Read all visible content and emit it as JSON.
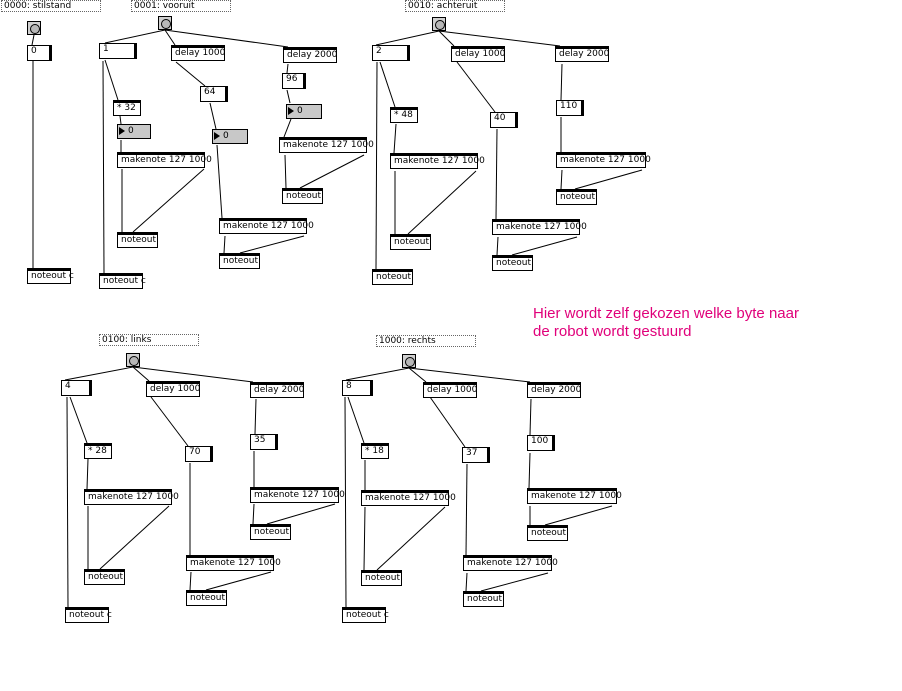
{
  "comments": {
    "c0000": "0000: stilstand",
    "c0001": "0001: vooruit",
    "c0010": "0010: achteruit",
    "c0100": "0100: links",
    "c1000": "1000: rechts"
  },
  "note": {
    "line1": "Hier wordt zelf gekozen welke byte naar",
    "line2": "de robot wordt gestuurd"
  },
  "colors": {
    "note": "#e0007a",
    "numbox": "#c8c8c8"
  },
  "objects": {
    "g0_msg": "0",
    "g0_out": "noteout c",
    "g1_msg": "1",
    "g1_d1": "delay 1000",
    "g1_d2": "delay 2000",
    "g1_mul": "* 32",
    "g1_n1": "0",
    "g1_mk1": "makenote 127 1000",
    "g1_out1": "noteout",
    "g1_outc": "noteout c",
    "g1_m64": "64",
    "g1_n2": "0",
    "g1_mk2": "makenote 127 1000",
    "g1_out2": "noteout",
    "g1_m96": "96",
    "g1_n3": "0",
    "g1_mk3": "makenote 127 1000",
    "g1_out3": "noteout",
    "g2_msg": "2",
    "g2_d1": "delay 1000",
    "g2_d2": "delay 2000",
    "g2_mul": "* 48",
    "g2_mk1": "makenote 127 1000",
    "g2_out1": "noteout",
    "g2_outc": "noteout",
    "g2_m40": "40",
    "g2_mk2": "makenote 127 1000",
    "g2_out2": "noteout",
    "g2_m110": "110",
    "g2_mk3": "makenote 127 1000",
    "g2_out3": "noteout",
    "g3_msg": "4",
    "g3_d1": "delay 1000",
    "g3_d2": "delay 2000",
    "g3_mul": "* 28",
    "g3_mk1": "makenote 127 1000",
    "g3_out1": "noteout",
    "g3_outc": "noteout c",
    "g3_m70": "70",
    "g3_mk2": "makenote 127 1000",
    "g3_out2": "noteout",
    "g3_m35": "35",
    "g3_mk3": "makenote 127 1000",
    "g3_out3": "noteout",
    "g4_msg": "8",
    "g4_d1": "delay 1000",
    "g4_d2": "delay 2000",
    "g4_mul": "* 18",
    "g4_mk1": "makenote 127 1000",
    "g4_out1": "noteout",
    "g4_outc": "noteout c",
    "g4_m37": "37",
    "g4_mk2": "makenote 127 1000",
    "g4_out2": "noteout",
    "g4_m100": "100",
    "g4_mk3": "makenote 127 1000",
    "g4_out3": "noteout"
  }
}
